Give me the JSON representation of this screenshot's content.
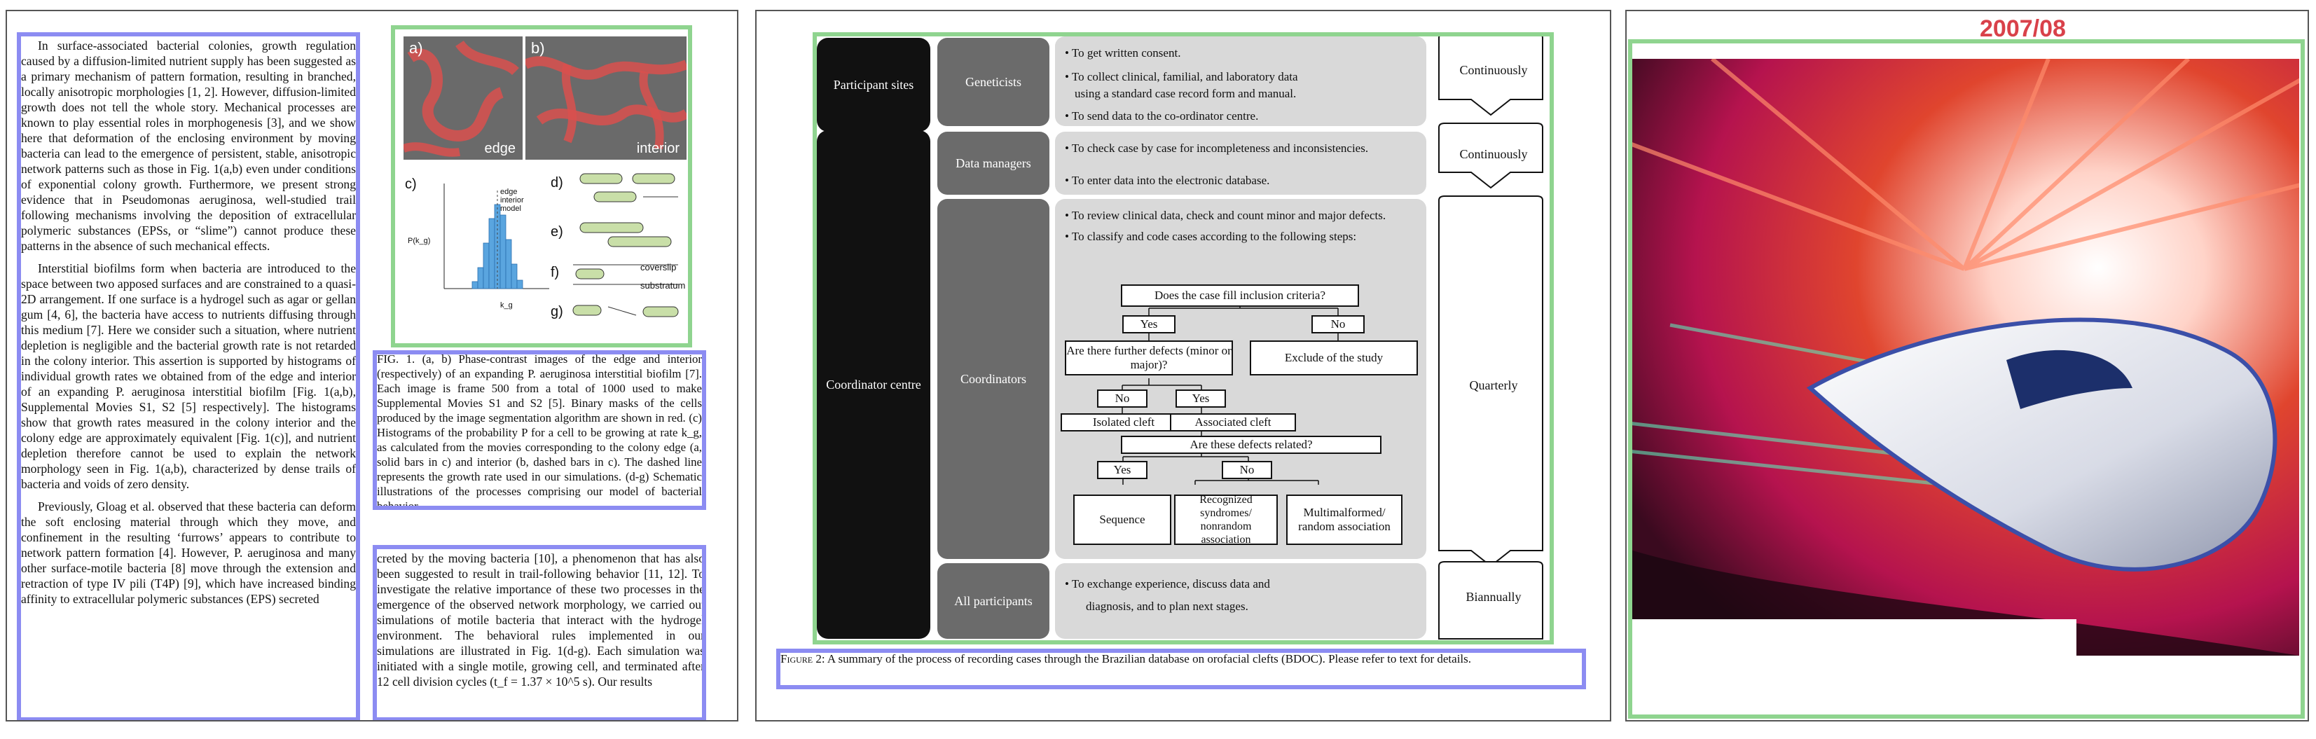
{
  "left_page": {
    "col1_paragraphs": [
      "In surface-associated bacterial colonies, growth regulation caused by a diffusion-limited nutrient supply has been suggested as a primary mechanism of pattern formation, resulting in branched, locally anisotropic morphologies [1, 2]. However, diffusion-limited growth does not tell the whole story. Mechanical processes are known to play essential roles in morphogenesis [3], and we show here that deformation of the enclosing environment by moving bacteria can lead to the emergence of persistent, stable, anisotropic network patterns such as those in Fig. 1(a,b) even under conditions of exponential colony growth. Furthermore, we present strong evidence that in Pseudomonas aeruginosa, well-studied trail following mechanisms involving the deposition of extracellular polymeric substances (EPSs, or “slime”) cannot produce these patterns in the absence of such mechanical effects.",
      "Interstitial biofilms form when bacteria are introduced to the space between two apposed surfaces and are constrained to a quasi-2D arrangement. If one surface is a hydrogel such as agar or gellan gum [4, 6], the bacteria have access to nutrients diffusing through this medium [7]. Here we consider such a situation, where nutrient depletion is negligible and the bacterial growth rate is not retarded in the colony interior. This assertion is supported by histograms of individual growth rates we obtained from of the edge and interior of an expanding P. aeruginosa interstitial biofilm [Fig. 1(a,b), Supplemental Movies S1, S2 [5] respectively]. The histograms show that growth rates measured in the colony interior and the colony edge are approximately equivalent [Fig. 1(c)], and nutrient depletion therefore cannot be used to explain the network morphology seen in Fig. 1(a,b), characterized by dense trails of bacteria and voids of zero density.",
      "Previously, Gloag et al. observed that these bacteria can deform the soft enclosing material through which they move, and confinement in the resulting ‘furrows’ appears to contribute to network pattern formation [4]. However, P. aeruginosa and many other surface-motile bacteria [8] move through the extension and retraction of type IV pili (T4P) [9], which have increased binding affinity to extracellular polymeric substances (EPS) secreted"
    ],
    "figure": {
      "panel_a": "a)",
      "panel_b": "b)",
      "tag_edge": "edge",
      "tag_interior": "interior",
      "panel_c": "c)",
      "panel_d": "d)",
      "panel_e": "e)",
      "panel_f": "f)",
      "panel_g": "g)",
      "legend": [
        "edge",
        "interior",
        "model"
      ],
      "c_ylabel": "P(k_g)",
      "c_xlabel": "k_g",
      "coverslip": "coverslip",
      "substratum": "substratum"
    },
    "caption": "FIG. 1. (a, b) Phase-contrast images of the edge and interior (respectively) of an expanding P. aeruginosa interstitial biofilm [7]. Each image is frame 500 from a total of 1000 used to make Supplemental Movies S1 and S2 [5]. Binary masks of the cells produced by the image segmentation algorithm are shown in red. (c) Histograms of the probability P for a cell to be growing at rate k_g, as calculated from the movies corresponding to the colony edge (a, solid bars in c) and interior (b, dashed bars in c). The dashed line represents the growth rate used in our simulations. (d-g) Schematic illustrations of the processes comprising our model of bacterial behavior.",
    "col2_text": "creted by the moving bacteria [10], a phenomenon that has also been suggested to result in trail-following behavior [11, 12]. To investigate the relative importance of these two processes in the emergence of the observed network morphology, we carried out simulations of motile bacteria that interact with the hydrogel environment. The behavioral rules implemented in our simulations are illustrated in Fig. 1(d-g). Each simulation was initiated with a single motile, growing cell, and terminated after 12 cell division cycles (t_f = 1.37 × 10^5 s). Our results"
  },
  "middle_page": {
    "left_blocks": [
      "Participant sites",
      "Coordinator centre"
    ],
    "roles": [
      "Geneticists",
      "Data managers",
      "Coordinators",
      "All participants"
    ],
    "tasks": {
      "geneticists": [
        "• To get written consent.",
        "• To collect clinical, familial, and laboratory data",
        "using a standard case record form and manual.",
        "• To send data to the co-ordinator centre."
      ],
      "data_managers": [
        "• To check case by case for incompleteness and inconsistencies.",
        "• To enter data into the electronic database."
      ],
      "coordinators": [
        "• To review clinical data, check and count minor and major defects.",
        "• To classify and code cases according to the following steps:"
      ],
      "all_participants": [
        "• To exchange experience, discuss data and",
        "diagnosis, and to plan next stages."
      ]
    },
    "flow": {
      "q1": "Does the case fill inclusion criteria?",
      "yes1": "Yes",
      "no1": "No",
      "q2": "Are there further defects (minor or major)?",
      "exclude": "Exclude of the study",
      "no2": "No",
      "yes2": "Yes",
      "isolated": "Isolated cleft",
      "associated": "Associated cleft",
      "q3": "Are these defects related?",
      "yes3": "Yes",
      "no3": "No",
      "sequence": "Sequence",
      "recognized": "Recognized syndromes/ nonrandom association",
      "multimal": "Multimalformed/ random association"
    },
    "frequencies": [
      "Continuously",
      "Continuously",
      "Quarterly",
      "Biannually"
    ],
    "caption_prefix": "Figure 2:",
    "caption": "A summary of the process of recording cases through the Brazilian database on orofacial clefts (BDOC). Please refer to text for details."
  },
  "right_page": {
    "date": "2007/08"
  }
}
